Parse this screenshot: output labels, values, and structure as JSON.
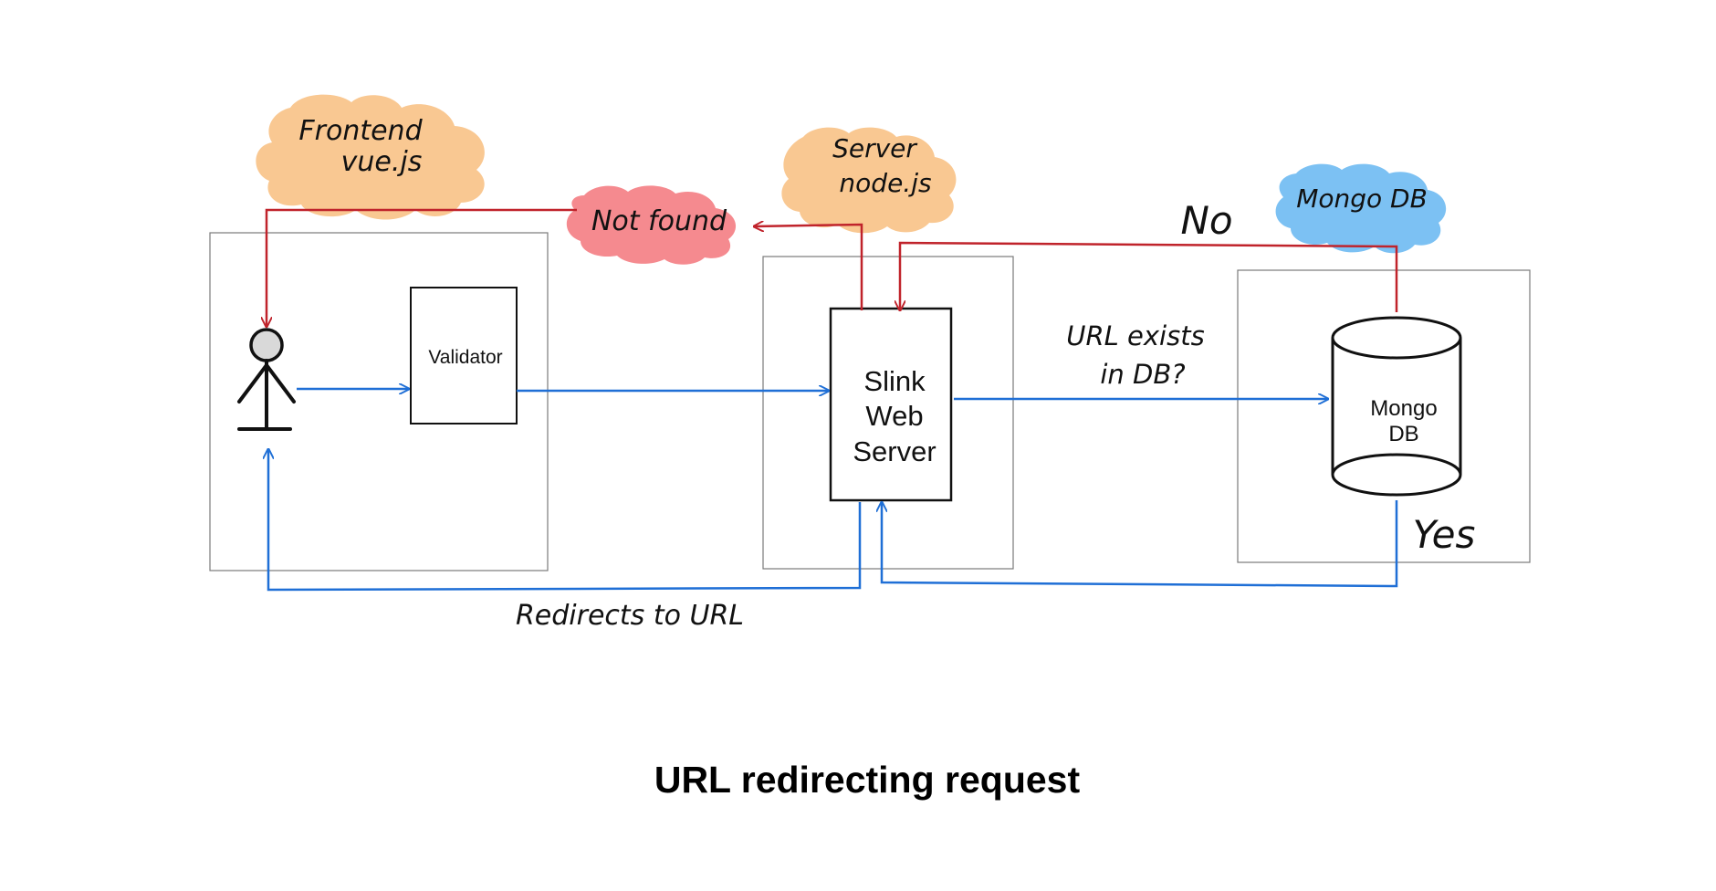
{
  "clouds": {
    "frontend": {
      "line1": "Frontend",
      "line2": "vue.js"
    },
    "server": {
      "line1": "Server",
      "line2": "node.js"
    },
    "mongo": {
      "line1": "Mongo DB"
    },
    "not_found": {
      "line1": "Not found"
    }
  },
  "nodes": {
    "validator": "Validator",
    "web_server": {
      "line1": "Slink",
      "line2": "Web",
      "line3": "Server"
    },
    "db": {
      "line1": "Mongo",
      "line2": "DB"
    }
  },
  "labels": {
    "url_exists": {
      "line1": "URL exists",
      "line2": "in DB?"
    },
    "no": "No",
    "yes": "Yes",
    "redirects": "Redirects to URL"
  },
  "caption": "URL redirecting request",
  "colors": {
    "cloud_orange": "#f9c892",
    "cloud_blue": "#7cc1f3",
    "cloud_red": "#f58a8f",
    "arrow_blue": "#1f6fd6",
    "arrow_red": "#c0232b",
    "frame_gray": "#7a7a7a"
  },
  "icons": {
    "user": "stick-figure-icon",
    "database": "cylinder-icon"
  }
}
